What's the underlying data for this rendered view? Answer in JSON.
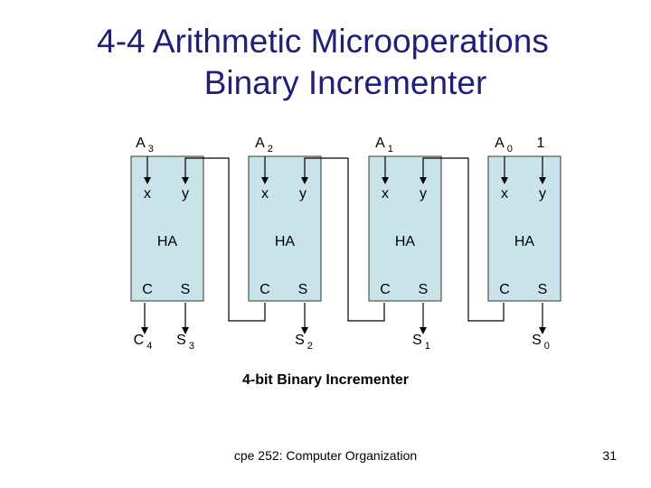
{
  "slide": {
    "title_line1": "4-4 Arithmetic Microoperations",
    "title_line2": "Binary Incrementer",
    "caption": "4-bit Binary Incrementer",
    "footer": "cpe 252: Computer Organization",
    "page_number": "31"
  },
  "colors": {
    "title": "#1f1f7a",
    "box_fill": "#c8e4ea",
    "wire": "#000000"
  },
  "diagram": {
    "half_adders": [
      {
        "label": "HA",
        "x": "x",
        "y": "y",
        "c": "C",
        "s": "S"
      },
      {
        "label": "HA",
        "x": "x",
        "y": "y",
        "c": "C",
        "s": "S"
      },
      {
        "label": "HA",
        "x": "x",
        "y": "y",
        "c": "C",
        "s": "S"
      },
      {
        "label": "HA",
        "x": "x",
        "y": "y",
        "c": "C",
        "s": "S"
      }
    ],
    "inputs": [
      {
        "base": "A",
        "sub": "3"
      },
      {
        "base": "A",
        "sub": "2"
      },
      {
        "base": "A",
        "sub": "1"
      },
      {
        "base": "A",
        "sub": "0"
      },
      {
        "base": "1",
        "sub": ""
      }
    ],
    "outputs": [
      {
        "base": "C",
        "sub": "4"
      },
      {
        "base": "S",
        "sub": "3"
      },
      {
        "base": "S",
        "sub": "2"
      },
      {
        "base": "S",
        "sub": "1"
      },
      {
        "base": "S",
        "sub": "0"
      }
    ]
  }
}
